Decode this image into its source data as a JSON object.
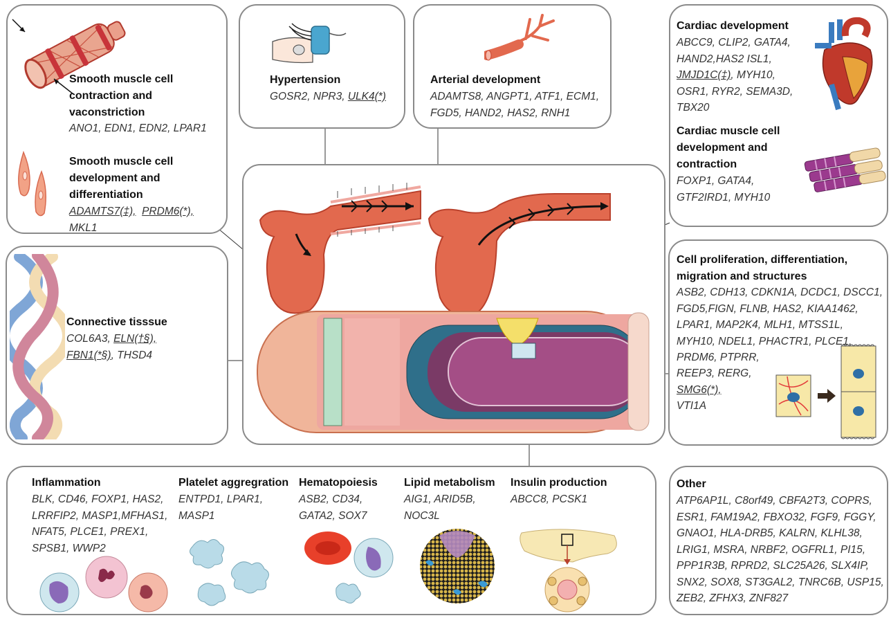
{
  "smooth_muscle": {
    "title_contraction": "Smooth muscle cell contraction and vaconstriction",
    "genes_contraction": "ANO1, EDN1, EDN2, LPAR1",
    "title_development": "Smooth muscle cell development and differentiation",
    "gene_adamts7": "ADAMTS7(‡),",
    "gene_prdm6": "PRDM6(*),",
    "gene_mkl1": "MKL1"
  },
  "hypertension": {
    "title": "Hypertension",
    "genes": "GOSR2, NPR3,",
    "gene_ulk4": "ULK4(*)"
  },
  "arterial": {
    "title": "Arterial development",
    "genes": "ADAMTS8, ANGPT1, ATF1, ECM1, FGD5, HAND2, HAS2, RNH1"
  },
  "cardiac": {
    "title_development": "Cardiac development",
    "genes_dev_1": "ABCC9, CLIP2, GATA4, HAND2,HAS2 ISL1,",
    "gene_jmjd1c": "JMJD1C(‡)",
    "genes_dev_2": ", MYH10, OSR1, RYR2, SEMA3D, TBX20",
    "title_muscle": "Cardiac muscle cell development and contraction",
    "genes_muscle": "FOXP1, GATA4, GTF2IRD1, MYH10"
  },
  "connective": {
    "title": "Connective tisssue",
    "gene_col6a3": "COL6A3,",
    "gene_eln": "ELN(†§),",
    "gene_fbn1": "FBN1(*§)",
    "gene_thsd4": ", THSD4"
  },
  "cell_prolif": {
    "title": "Cell proliferation, differentiation, migration and structures",
    "genes": "ASB2, CDH13, CDKN1A, DCDC1, DSCC1, FGD5,FIGN, FLNB, HAS2, KIAA1462, LPAR1, MAP2K4, MLH1, MTSS1L, MYH10, NDEL1, PHACTR1, PLCE1, PRDM6, PTPRR,",
    "genes_2": "REEP3, RERG,",
    "gene_smg6": "SMG6(*),",
    "gene_vti1a": "VTI1A"
  },
  "bottom": {
    "inflammation_title": "Inflammation",
    "inflammation_genes": "BLK, CD46, FOXP1, HAS2, LRRFIP2, MASP1,MFHAS1, NFAT5, PLCE1, PREX1, SPSB1, WWP2",
    "platelet_title": "Platelet aggregration",
    "platelet_genes": "ENTPD1, LPAR1, MASP1",
    "hemato_title": "Hematopoiesis",
    "hemato_genes": "ASB2, CD34, GATA2, SOX7",
    "lipid_title": "Lipid metabolism",
    "lipid_genes": "AIG1, ARID5B, NOC3L",
    "insulin_title": "Insulin production",
    "insulin_genes": "ABCC8, PCSK1"
  },
  "other": {
    "title": "Other",
    "genes": "ATP6AP1L, C8orf49, CBFA2T3, COPRS, ESR1, FAM19A2, FBXO32, FGF9, FGGY, GNAO1, HLA-DRB5, KALRN, KLHL38, LRIG1, MSRA, NRBF2, OGFRL1, PI15, PPP1R3B, RPRD2, SLC25A26, SLX4IP, SNX2, SOX8, ST3GAL2, TNRC6B, USP15, ZEB2, ZFHX3, ZNF827"
  },
  "colors": {
    "box_border": "#8a8a8a",
    "artery": "#e2694e",
    "artery_dark": "#c9462f",
    "vessel_pink": "#f0a8a0"
  }
}
